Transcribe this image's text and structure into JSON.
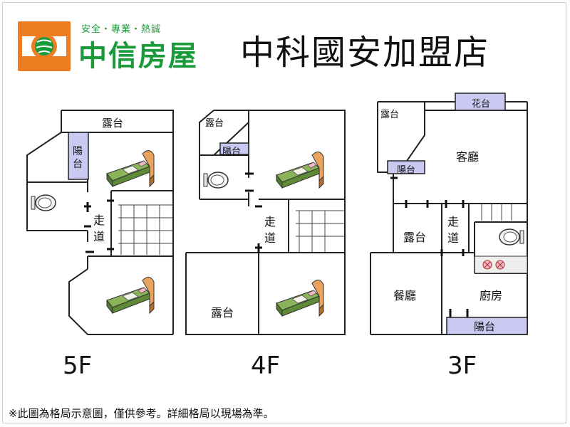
{
  "header": {
    "slogan": "安全・專業・熱誠",
    "brand": "中信房屋",
    "store": "中科國安加盟店",
    "brand_color": "#1a9a3a",
    "logo_color": "#ee7d22"
  },
  "floors": {
    "f5": {
      "label": "5F",
      "rooms": {
        "terrace": "露台",
        "balcony": "陽\n台",
        "corridor": "走\n道"
      }
    },
    "f4": {
      "label": "4F",
      "rooms": {
        "terrace_top": "露台",
        "balcony": "陽台",
        "corridor": "走\n道",
        "terrace_bottom": "露台"
      }
    },
    "f3": {
      "label": "3F",
      "rooms": {
        "garden": "花台",
        "terrace_top": "露台",
        "balcony_top": "陽台",
        "living": "客廳",
        "terrace_mid": "露台",
        "corridor": "走\n道",
        "dining": "餐廳",
        "kitchen": "廚房",
        "balcony_bottom": "陽台"
      }
    }
  },
  "colors": {
    "balcony_fill": "#c9c9f2",
    "bed_frame": "#8bb45a",
    "bed_pillow": "#f4b7c4",
    "headboard": "#e9a35c"
  },
  "footer": {
    "note": "※此圖為格局示意圖，僅供參考。詳細格局以現場為準。"
  }
}
